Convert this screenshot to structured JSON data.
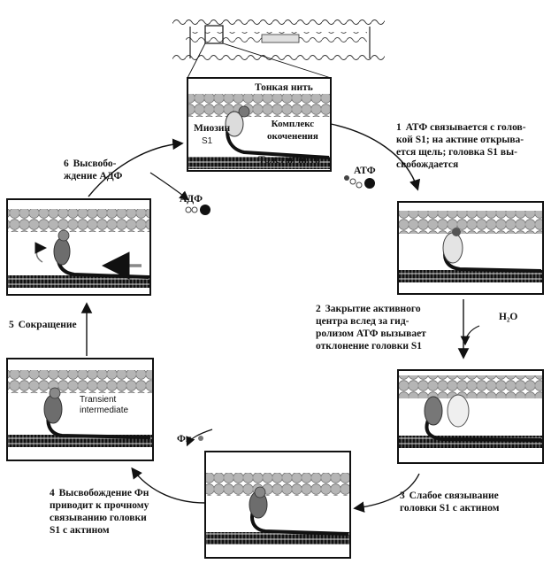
{
  "diagram": {
    "top_panel": {
      "thin_filament": "Тонкая нить",
      "myosin": "Миозин",
      "s1": "S1",
      "complex": "Комплекс\nокоченения",
      "thick_filament": "Толстая нить"
    },
    "transient_label": "Transient\nintermediate",
    "molecules": {
      "atp": "АТФ",
      "adp": "АДФ",
      "water": "H₂O",
      "pi": "Фн"
    },
    "steps": [
      {
        "num": "1",
        "text": "АТФ связывается с голов-\nкой S1; на актине открыва-\nется щель; головка S1 вы-\nсвобождается"
      },
      {
        "num": "2",
        "text": "Закрытие активного\nцентра вслед за гид-\nролизом АТФ вызывает\nотклонение головки  S1"
      },
      {
        "num": "3",
        "text": "Слабое связывание\nголовки  S1 с актином"
      },
      {
        "num": "4",
        "text": "Высвобождение Фн\nприводит к прочному\nсвязыванию  головки\nS1 с актином"
      },
      {
        "num": "5",
        "text": "Сокращение"
      },
      {
        "num": "6",
        "text": "Высвобо-\nждение АДФ"
      }
    ]
  }
}
